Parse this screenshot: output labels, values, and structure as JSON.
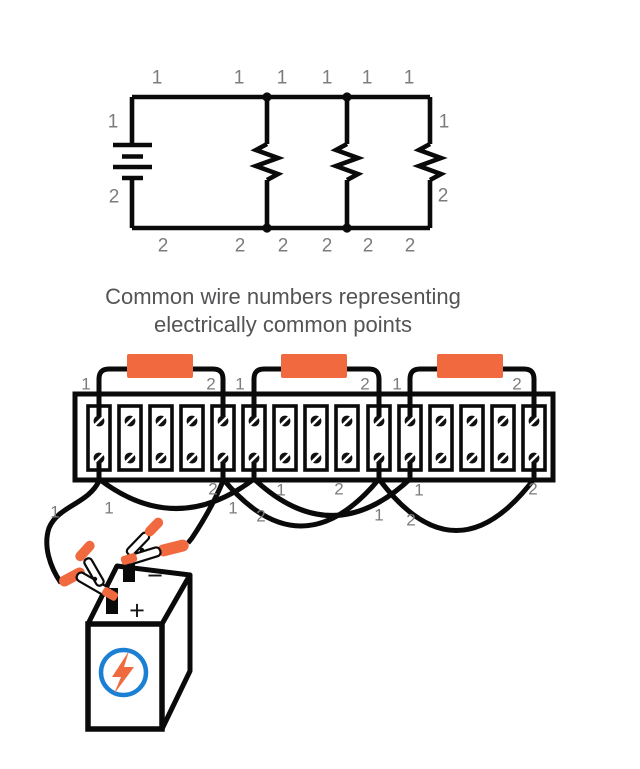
{
  "colors": {
    "wire_black": "#0a0a0a",
    "component_orange": "#F0693F",
    "logo_blue": "#1B7FD4",
    "label_gray": "#7c7c7e",
    "caption_gray": "#545456"
  },
  "caption": {
    "line1": "Common wire numbers representing",
    "line2": "electrically common points"
  },
  "schematic": {
    "top_labels": [
      "1",
      "1",
      "1",
      "1",
      "1",
      "1"
    ],
    "bottom_labels": [
      "2",
      "2",
      "2",
      "2",
      "2",
      "2"
    ],
    "left_labels": [
      "1",
      "2"
    ],
    "right_labels": [
      "1",
      "2"
    ]
  },
  "strip": {
    "top_labels": [
      "1",
      "2",
      "1",
      "2",
      "1",
      "2"
    ],
    "bottom_labels": [
      "1",
      "1",
      "2",
      "1",
      "2",
      "1",
      "2",
      "1",
      "2",
      "1",
      "2"
    ]
  },
  "battery": {
    "plus_label": "+",
    "minus_label": "−",
    "logo_icon": "lightning-bolt"
  },
  "icons": {
    "terminal_screw": "slotted-screw",
    "clips": "alligator-clip"
  }
}
